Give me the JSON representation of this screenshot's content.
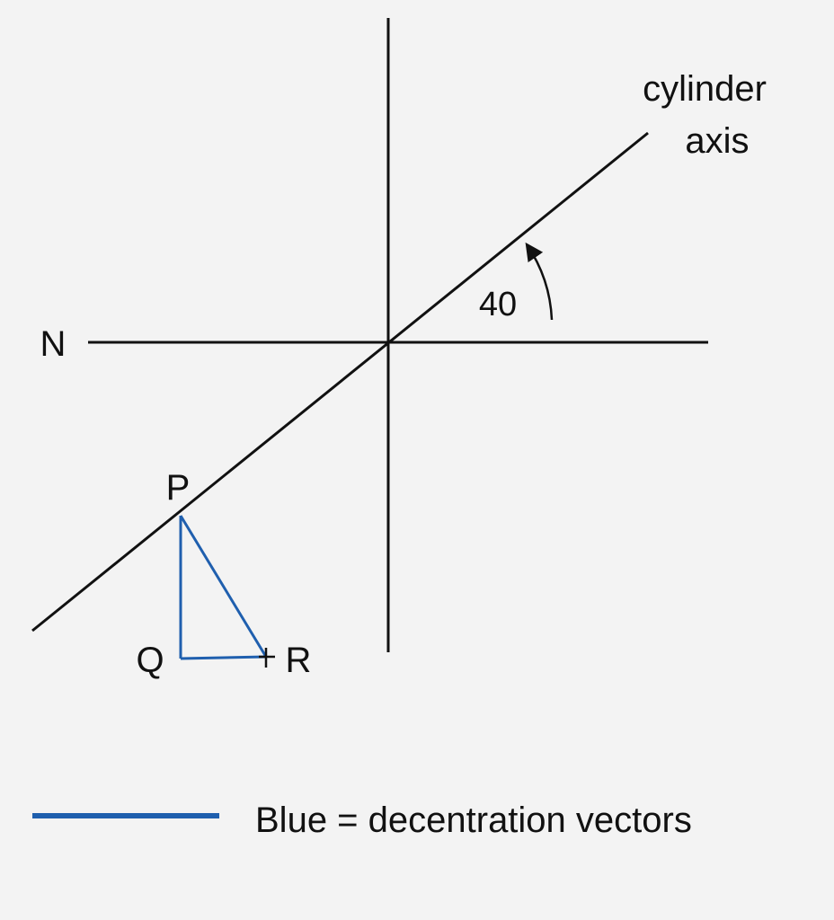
{
  "labels": {
    "axis_line1": "cylinder",
    "axis_line2": "axis",
    "angle": "40",
    "north": "N",
    "point_p": "P",
    "point_q": "Q",
    "point_r": "R"
  },
  "legend": {
    "text": "Blue = decentration vectors"
  },
  "colors": {
    "background": "#f3f3f3",
    "line": "#111111",
    "vector": "#1f5fae"
  }
}
